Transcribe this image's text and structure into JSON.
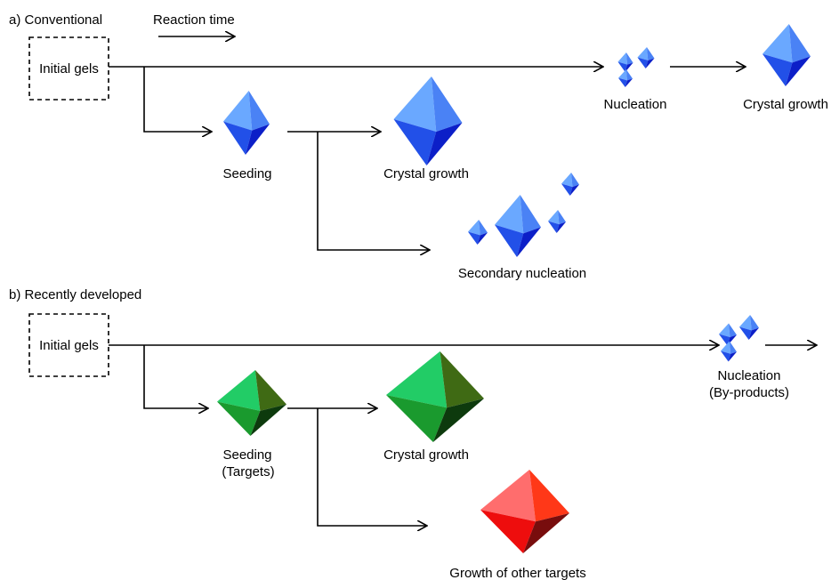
{
  "labels": {
    "section_a": "a) Conventional",
    "reaction_time": "Reaction time",
    "section_b": "b) Recently developed",
    "initial_gels_a": "Initial gels",
    "initial_gels_b": "Initial gels",
    "a_nucleation": "Nucleation",
    "a_crystal_growth_top": "Crystal growth",
    "a_seeding": "Seeding",
    "a_crystal_growth": "Crystal growth",
    "a_secondary_nucleation": "Secondary nucleation",
    "b_nucleation": "Nucleation",
    "b_by_products": "(By-products)",
    "b_seeding": "Seeding",
    "b_targets": "(Targets)",
    "b_crystal_growth": "Crystal growth",
    "b_growth_other": "Growth of other targets"
  },
  "colors": {
    "blue_crystal": [
      "#6aa8ff",
      "#4a82f5",
      "#2250e8",
      "#0c1fc8"
    ],
    "green_crystal": [
      "#22cc66",
      "#3f6a14",
      "#1a9a2e",
      "#0d3a0d"
    ],
    "red_crystal": [
      "#ff6d6d",
      "#ff3818",
      "#ee0d0d",
      "#780d0d"
    ]
  }
}
